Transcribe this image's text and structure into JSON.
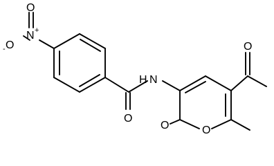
{
  "molecule": {
    "atoms": {
      "nitro_o_minus": "O",
      "nitro_o_minus_charge": "-",
      "nitro_n": "N",
      "nitro_n_charge": "+",
      "nitro_o": "O",
      "amide_n": "N",
      "amide_h": "H",
      "amide_o": "O",
      "lactone_carbonyl_o": "O",
      "ring_o": "O"
    }
  }
}
